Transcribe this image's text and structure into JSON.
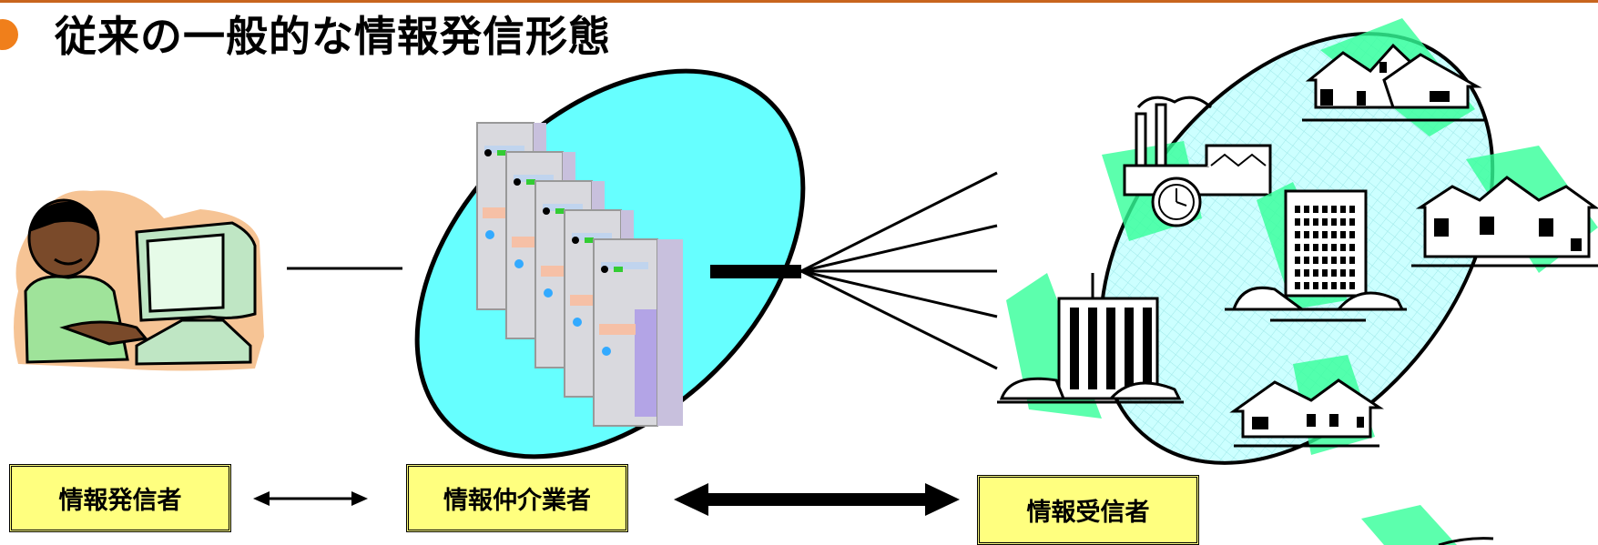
{
  "title": "従来の一般的な情報発信形態",
  "labels": {
    "sender": "情報発信者",
    "broker": "情報仲介業者",
    "receiver": "情報受信者"
  },
  "colors": {
    "accent": "#f07f1b",
    "label_fill": "#ffff7f",
    "ellipse_fill": "#66ffff",
    "receiver_area_fill": "#ccffff",
    "building_shadow": "#33ff99"
  },
  "icons": [
    "person-at-computer-icon",
    "server-stack-icon",
    "factory-icon",
    "houses-icon",
    "office-building-icon",
    "apartment-building-icon"
  ]
}
